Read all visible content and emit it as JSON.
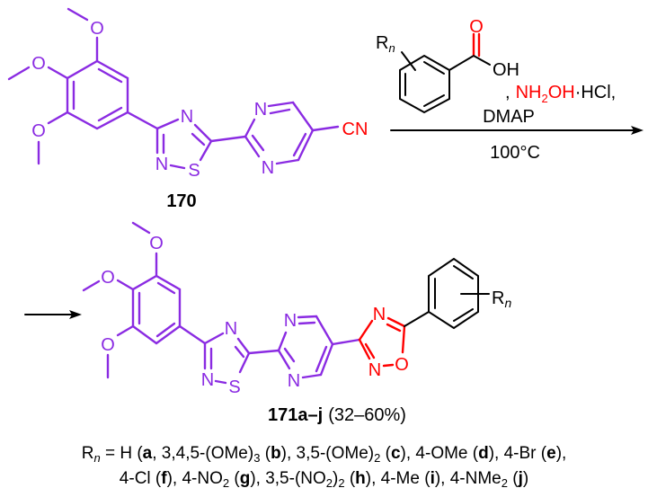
{
  "atoms": {
    "N": "N",
    "S": "S",
    "O": "O",
    "CN": "CN",
    "OH": "OH",
    "R": "R",
    "n": "n"
  },
  "reactant": {
    "label": "170"
  },
  "reagents": {
    "comma": ",",
    "hydroxylamine": "NH",
    "hydroxylamine_sub": "2",
    "hydroxylamine_end": "OH",
    "hcl": "·HCl,",
    "line2": "DMAP",
    "conditions": "100°C"
  },
  "product": {
    "label": "171a–j",
    "yield": "(32–60%)"
  },
  "footer": {
    "lines": [
      [
        {
          "parts": [
            [
              "R",
              "n"
            ],
            [
              "n",
              "subi"
            ],
            [
              " = H (",
              "n"
            ],
            [
              "a",
              "b"
            ],
            ")",
            "n"
          ]
        },
        {
          "parts": [
            [
              ", 3,4,5-(OMe)",
              "n"
            ],
            [
              "3",
              "sub"
            ],
            [
              " (",
              "n"
            ],
            [
              "b",
              "b"
            ],
            [
              ")",
              "n"
            ]
          ]
        },
        {
          "parts": [
            [
              ", 3,5-(OMe)",
              "n"
            ],
            [
              "2",
              "sub"
            ],
            [
              " (",
              "n"
            ],
            [
              "c",
              "b"
            ],
            [
              ")",
              "n"
            ]
          ]
        },
        {
          "parts": [
            [
              ", 4-OMe (",
              "n"
            ],
            [
              "d",
              "b"
            ],
            [
              ")",
              "n"
            ]
          ]
        },
        {
          "parts": [
            [
              ", 4-Br (",
              "n"
            ],
            [
              "e",
              "b"
            ],
            [
              "),",
              "n"
            ]
          ]
        }
      ],
      [
        {
          "parts": [
            [
              "4-Cl (",
              "n"
            ],
            [
              "f",
              "b"
            ],
            [
              ")",
              "n"
            ]
          ]
        },
        {
          "parts": [
            [
              ", 4-NO",
              "n"
            ],
            [
              "2",
              "sub"
            ],
            [
              " (",
              "n"
            ],
            [
              "g",
              "b"
            ],
            [
              ")",
              "n"
            ]
          ]
        },
        {
          "parts": [
            [
              ", 3,5-(NO",
              "n"
            ],
            [
              "2",
              "sub"
            ],
            [
              ")",
              "n"
            ],
            [
              "2",
              "sub"
            ],
            [
              " (",
              "n"
            ],
            [
              "h",
              "b"
            ],
            [
              ")",
              "n"
            ]
          ]
        },
        {
          "parts": [
            [
              ", 4-Me (",
              "n"
            ],
            [
              "i",
              "b"
            ],
            [
              ")",
              "n"
            ]
          ]
        },
        {
          "parts": [
            [
              ", 4-NMe",
              "n"
            ],
            [
              "2",
              "sub"
            ],
            [
              " (",
              "n"
            ],
            [
              "j",
              "b"
            ],
            [
              ")",
              "n"
            ]
          ]
        }
      ]
    ]
  },
  "colors": {
    "scaffold": "#8a2be2",
    "new_bonds": "#ff0000",
    "text": "#000000"
  }
}
